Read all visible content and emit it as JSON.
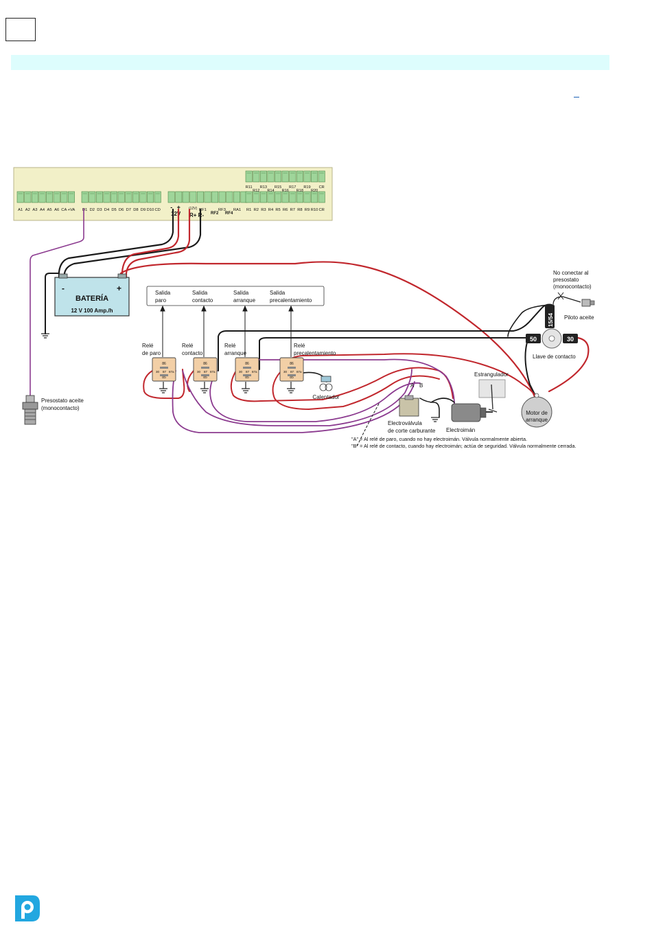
{
  "header": {
    "band_color": "#ddfdfd"
  },
  "terminal_strip": {
    "top_row_labels": [
      "R11",
      "R12",
      "R13",
      "R14",
      "R15",
      "R16",
      "R17",
      "R18",
      "R19",
      "R20",
      "CR"
    ],
    "group_a_labels": [
      "A1",
      "A2",
      "A3",
      "A4",
      "A5",
      "A6",
      "CA",
      "+VA"
    ],
    "group_d_labels": [
      "D1",
      "D2",
      "D3",
      "D4",
      "D5",
      "D6",
      "D7",
      "D8",
      "D9",
      "D10",
      "CD"
    ],
    "group_power_labels": [
      "-",
      "+"
    ],
    "power_12v": "12V",
    "rf_mark": "(12V)",
    "rf_labels": [
      "RF1",
      "RF2",
      "RF3",
      "RF4",
      "RA1"
    ],
    "r_plus_minus": "R+ R-",
    "group_r_labels": [
      "R1",
      "R2",
      "R3",
      "R4",
      "R5",
      "R6",
      "R7",
      "R8",
      "R9",
      "R10",
      "CR"
    ]
  },
  "battery": {
    "title": "BATERÍA",
    "spec": "12 V   100 Amp./h",
    "minus": "-",
    "plus": "+"
  },
  "outputs": {
    "paro": [
      "Salida",
      "paro"
    ],
    "contacto": [
      "Salida",
      "contacto"
    ],
    "arranque": [
      "Salida",
      "arranque"
    ],
    "precalentamiento": [
      "Salida",
      "precalentamiento"
    ]
  },
  "relays": [
    {
      "label": [
        "Relé",
        "de paro"
      ]
    },
    {
      "label": [
        "Relé",
        "contacto"
      ]
    },
    {
      "label": [
        "Relé",
        "arranque"
      ]
    },
    {
      "label": [
        "Relé",
        "precalentamiento"
      ]
    }
  ],
  "relay_pins": {
    "p86": "86",
    "p85": "85",
    "p30": "30",
    "p87": "87",
    "p87a": "87a"
  },
  "components": {
    "presostato": [
      "Presostato aceite",
      "(monocontacto)"
    ],
    "calentador": "Calentador",
    "electrovalvula": [
      "Electroválvula",
      "de corte carburante"
    ],
    "electroiman": "Electroimán",
    "estrangulador": "Estrangulador",
    "motor": [
      "Motor de",
      "arranque"
    ],
    "llave": "Llave de contacto",
    "piloto": "Piloto aceite",
    "no_conectar": [
      "No conectar al",
      "presostato",
      "(monocontacto)"
    ],
    "llave_terminals": {
      "t50": "50",
      "t30": "30",
      "t1554": "15/54"
    },
    "valve_ab": {
      "a": "A",
      "b": "B"
    }
  },
  "notes": [
    "\"A\" = Al relé de paro, cuando no hay electroimán. Válvula normalmente abierta.",
    "\"B\" = Al relé de contacto, cuando hay electroimán; actúa de seguridad. Válvula normalmente cerrada."
  ],
  "colors": {
    "red_wire": "#c1272d",
    "black_wire": "#1a1a1a",
    "purple_wire": "#8b3a8f",
    "relay_fill": "#f2cfa6",
    "battery_fill": "#bfe3ea",
    "strip_fill": "#f2f0c8",
    "terminal_green": "#9fd59a",
    "logo_blue": "#22a7e0"
  }
}
